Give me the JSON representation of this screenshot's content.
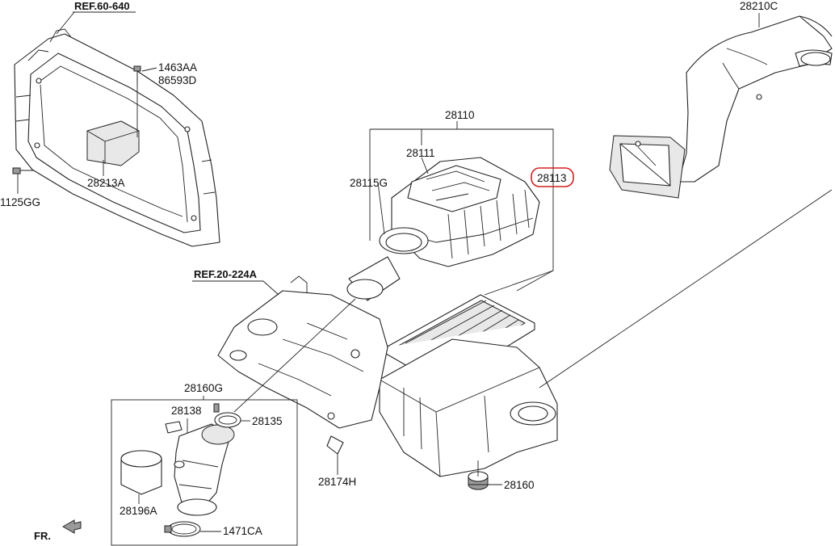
{
  "references": {
    "radiator_support": "REF.60-640",
    "intake_manifold": "REF.20-224A"
  },
  "labels": {
    "p14634AA": "1463AA",
    "p86593D": "86593D",
    "p1125GG": "1125GG",
    "p28213A": "28213A",
    "p28110": "28110",
    "p28111": "28111",
    "p28115G": "28115G",
    "p28113": "28113",
    "p28210C": "28210C",
    "p28160G": "28160G",
    "p28138": "28138",
    "p28135": "28135",
    "p28196A": "28196A",
    "p1471CA": "1471CA",
    "p28174H": "28174H",
    "p28160": "28160"
  },
  "direction_marker": "FR.",
  "highlight": {
    "part": "28113",
    "color": "#d32020"
  }
}
